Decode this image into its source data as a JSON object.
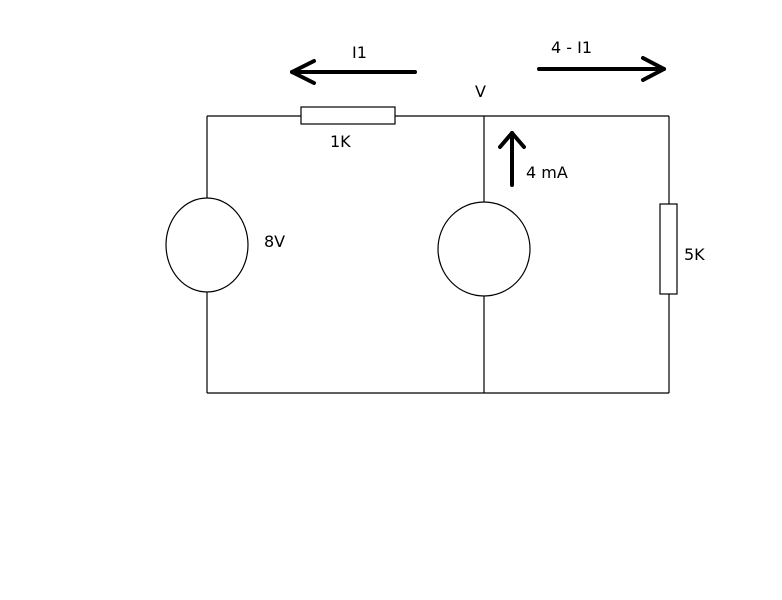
{
  "labels": {
    "node_voltage": "V",
    "current_left": "I1",
    "current_right": "4 - I1",
    "resistor_top": "1K",
    "resistor_right": "5K",
    "voltage_source": "8V",
    "current_source": "4 mA"
  },
  "colors": {
    "line": "#000000",
    "background": "#ffffff"
  }
}
